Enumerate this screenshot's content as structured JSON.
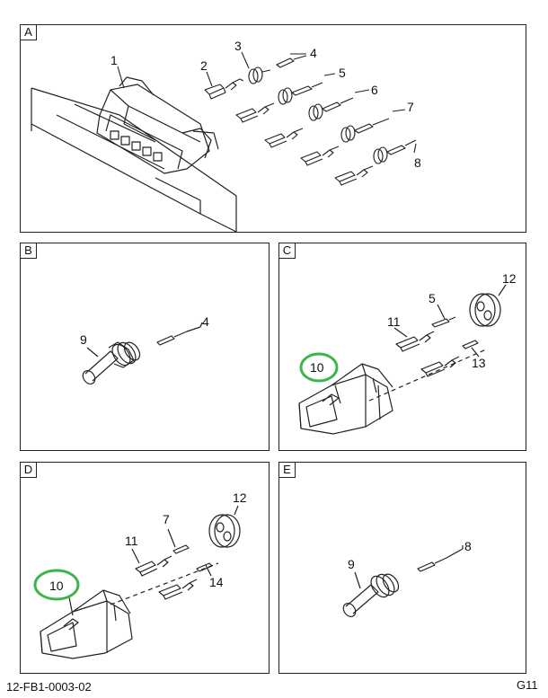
{
  "panels": {
    "a": {
      "tag": "A",
      "callouts": {
        "c1": "1",
        "c2": "2",
        "c3": "3",
        "c4": "4",
        "c5": "5",
        "c6": "6",
        "c7": "7",
        "c8": "8"
      }
    },
    "b": {
      "tag": "B",
      "callouts": {
        "c9": "9",
        "c4": "4"
      }
    },
    "c": {
      "tag": "C",
      "callouts": {
        "c12": "12",
        "c5": "5",
        "c11": "11",
        "c10": "10",
        "c13": "13"
      }
    },
    "d": {
      "tag": "D",
      "callouts": {
        "c12": "12",
        "c7": "7",
        "c11": "11",
        "c10": "10",
        "c14": "14"
      }
    },
    "e": {
      "tag": "E",
      "callouts": {
        "c8": "8",
        "c9": "9"
      }
    }
  },
  "highlight_color": "#3cb54a",
  "footer": {
    "left": "12-FB1-0003-02",
    "right": "G11"
  }
}
